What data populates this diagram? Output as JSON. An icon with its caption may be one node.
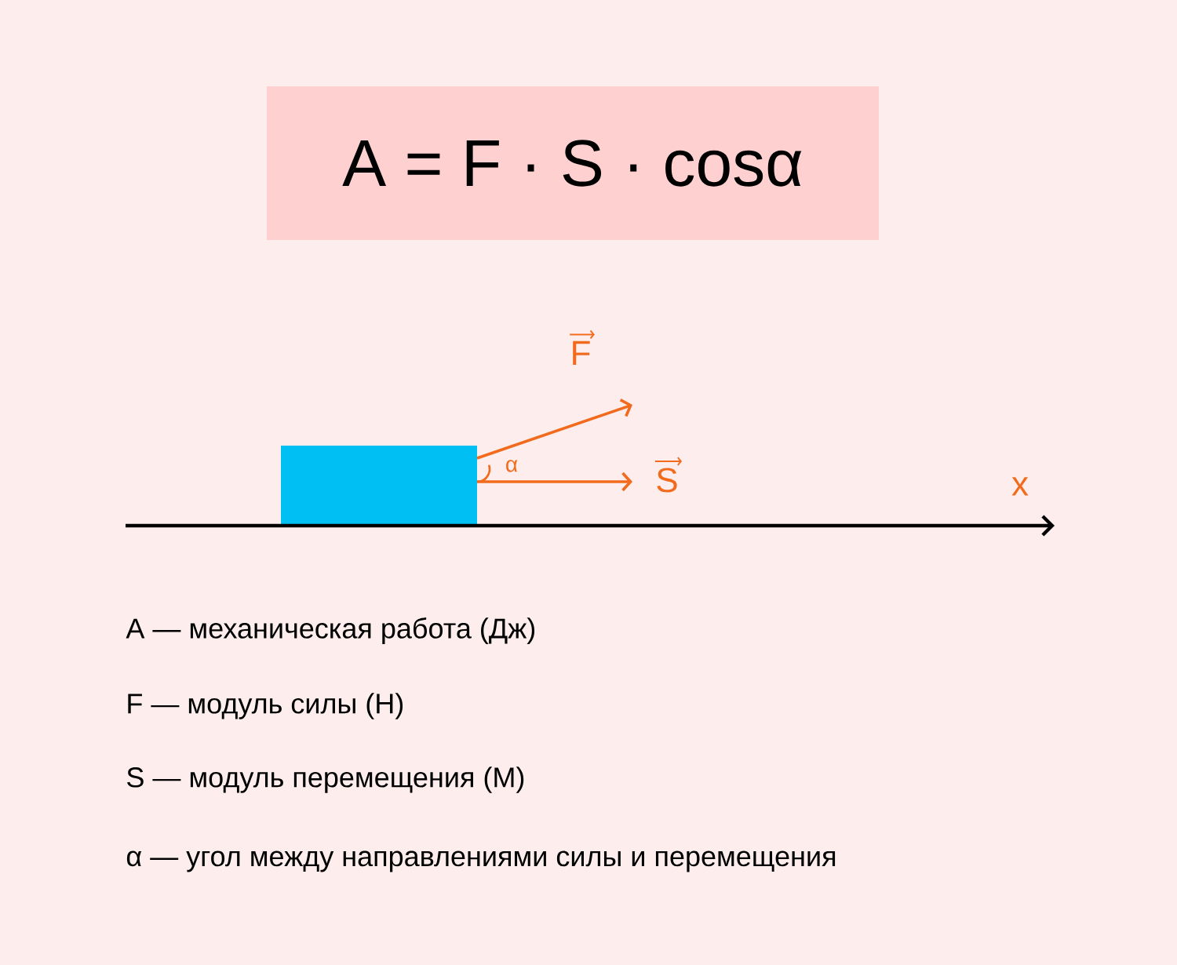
{
  "diagram": {
    "nodes": [
      {
        "text": [
          "A = F · S · cosα"
        ]
      }
    ],
    "labels": [
      "F",
      "α",
      "S",
      "x",
      "A —  механическая работа (Дж)",
      "F — модуль силы (Н)",
      "S — модуль перемещения (М)",
      "α — угол между направлениями силы и перемещения"
    ]
  }
}
